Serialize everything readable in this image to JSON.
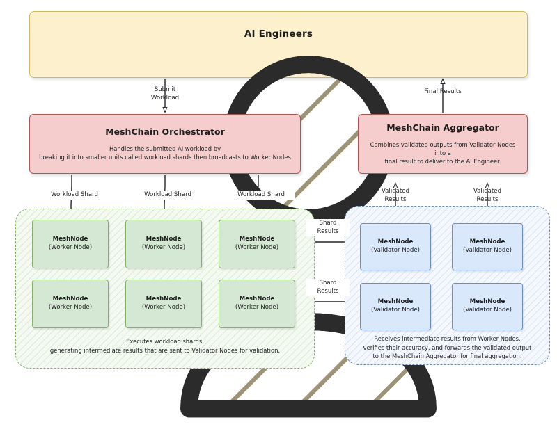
{
  "diagram": {
    "title": "MeshChain distributed AI workload architecture",
    "colors": {
      "banner_fill": "#fcf0cd",
      "banner_stroke": "#d6b656",
      "process_fill": "#f6cdcd",
      "process_stroke": "#b85450",
      "worker_fill": "#d5e8d4",
      "worker_stroke": "#82b366",
      "validator_fill": "#dae8fc",
      "validator_stroke": "#6c8ebf",
      "edge": "#23272b"
    }
  },
  "banner": {
    "title": "AI Engineers",
    "icons": [
      "person-icon",
      "person-icon",
      "person-icon"
    ]
  },
  "orchestrator": {
    "title": "MeshChain Orchestrator",
    "desc_line1": "Handles the submitted AI workload by",
    "desc_line2": "breaking it into smaller units called workload shards then broadcasts to Worker Nodes"
  },
  "aggregator": {
    "title": "MeshChain Aggregator",
    "desc_line1": "Combines validated outputs from Validator Nodes into a",
    "desc_line2": "final result to deliver to the AI Engineer."
  },
  "worker_cluster": {
    "caption_line1": "Executes workload shards,",
    "caption_line2": "generating intermediate results that are sent to Validator Nodes for validation.",
    "nodes": [
      {
        "name": "MeshNode",
        "role": "(Worker Node)"
      },
      {
        "name": "MeshNode",
        "role": "(Worker Node)"
      },
      {
        "name": "MeshNode",
        "role": "(Worker Node)"
      },
      {
        "name": "MeshNode",
        "role": "(Worker Node)"
      },
      {
        "name": "MeshNode",
        "role": "(Worker Node)"
      },
      {
        "name": "MeshNode",
        "role": "(Worker Node)"
      }
    ]
  },
  "validator_cluster": {
    "caption_line1": "Receives intermediate results from Worker Nodes,",
    "caption_line2": "verifies their accuracy, and forwards the validated output",
    "caption_line3": "to the MeshChain Aggregator for final aggregation.",
    "nodes": [
      {
        "name": "MeshNode",
        "role": "(Validator Node)"
      },
      {
        "name": "MeshNode",
        "role": "(Validator Node)"
      },
      {
        "name": "MeshNode",
        "role": "(Validator Node)"
      },
      {
        "name": "MeshNode",
        "role": "(Validator Node)"
      }
    ]
  },
  "edges": {
    "submit_l1": "Submit",
    "submit_l2": "Workload",
    "final_results": "Final Results",
    "workload_shard_1": "Workload Shard",
    "workload_shard_2": "Workload Shard",
    "workload_shard_3": "Workload Shard",
    "shard_results_1_l1": "Shard",
    "shard_results_1_l2": "Results",
    "shard_results_2_l1": "Shard",
    "shard_results_2_l2": "Results",
    "validated_results_1_l1": "Validated",
    "validated_results_1_l2": "Results",
    "validated_results_2_l1": "Validated",
    "validated_results_2_l2": "Results"
  }
}
